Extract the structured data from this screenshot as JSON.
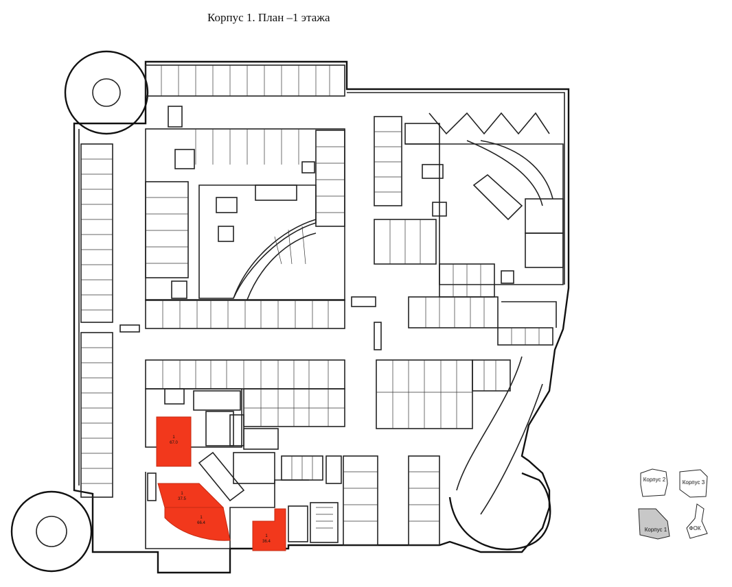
{
  "title": "Корпус 1. План –1 этажа",
  "colors": {
    "highlight": "#f2381c",
    "highlight_edge": "#c42a12",
    "wall": "#222222",
    "selected_building": "#c8c8c8"
  },
  "highlighted_units": [
    {
      "num": "1",
      "area": "67.0"
    },
    {
      "num": "1",
      "area": "37.5"
    },
    {
      "num": "1",
      "area": "66.4"
    },
    {
      "num": "1",
      "area": "36.4"
    }
  ],
  "key_map": {
    "buildings": [
      {
        "name": "Корпус 2",
        "selected": false
      },
      {
        "name": "Корпус 3",
        "selected": false
      },
      {
        "name": "Корпус 1",
        "selected": true
      },
      {
        "name": "ФОК",
        "selected": false
      }
    ]
  }
}
